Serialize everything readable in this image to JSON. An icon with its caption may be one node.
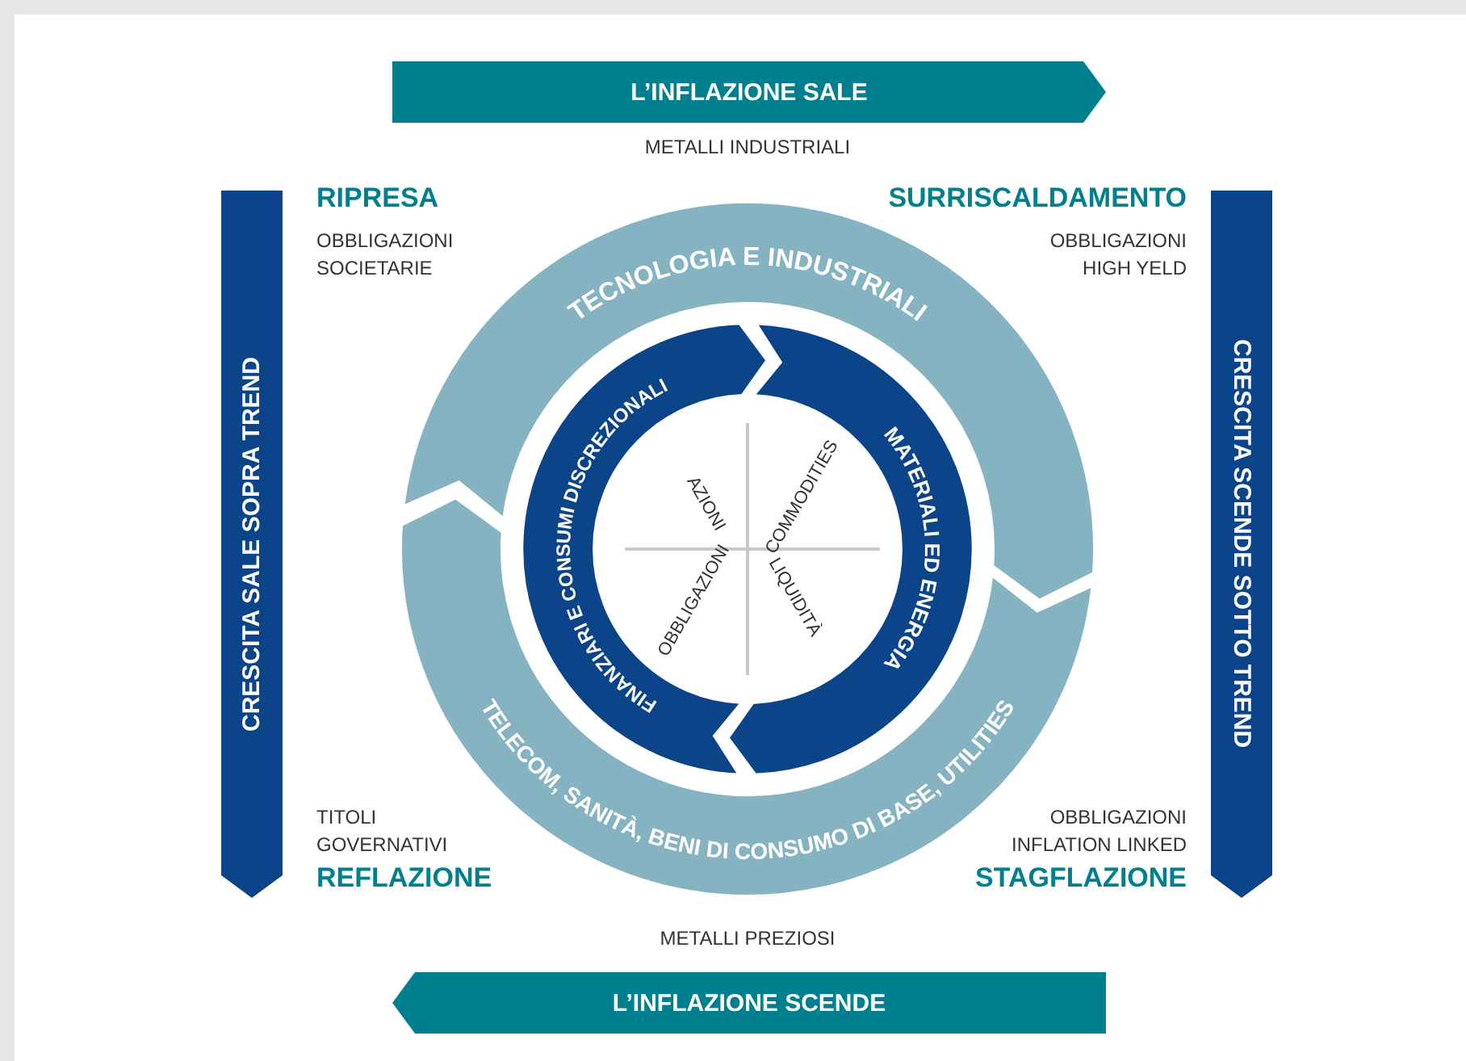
{
  "diagram": {
    "nodes": [
      {
        "text": [
          "L’INFLAZIONE SALE"
        ]
      },
      {
        "text": [
          "L’INFLAZIONE SCENDE"
        ]
      },
      {
        "text": [
          "CRESCITA SALE SOPRA TREND"
        ]
      },
      {
        "text": [
          "CRESCITA SCENDE SOTTO TREND"
        ]
      },
      {
        "text": [
          "TECNOLOGIA E INDUSTRIALI"
        ]
      },
      {
        "text": [
          "TELECOM, SANITÀ, BENI DI CONSUMO DI BASE, UTILITIES"
        ]
      },
      {
        "text": [
          "FINANZIARI E CONSUMI DISCREZIONALI"
        ]
      },
      {
        "text": [
          "MATERIALI ED ENERGIA"
        ]
      },
      {
        "text": [
          "AZIONI",
          "COMMODITIES",
          "OBBLIGAZIONI",
          "LIQUIDITÀ"
        ]
      }
    ],
    "labels": [
      "METALLI INDUSTRIALI",
      "RIPRESA",
      "OBBLIGAZIONI SOCIETARIE",
      "SURRISCALDAMENTO",
      "OBBLIGAZIONI HIGH YELD",
      "TITOLI GOVERNATIVI",
      "REFLAZIONE",
      "OBBLIGAZIONI INFLATION LINKED",
      "STAGFLAZIONE",
      "METALLI PREZIOSI"
    ]
  }
}
